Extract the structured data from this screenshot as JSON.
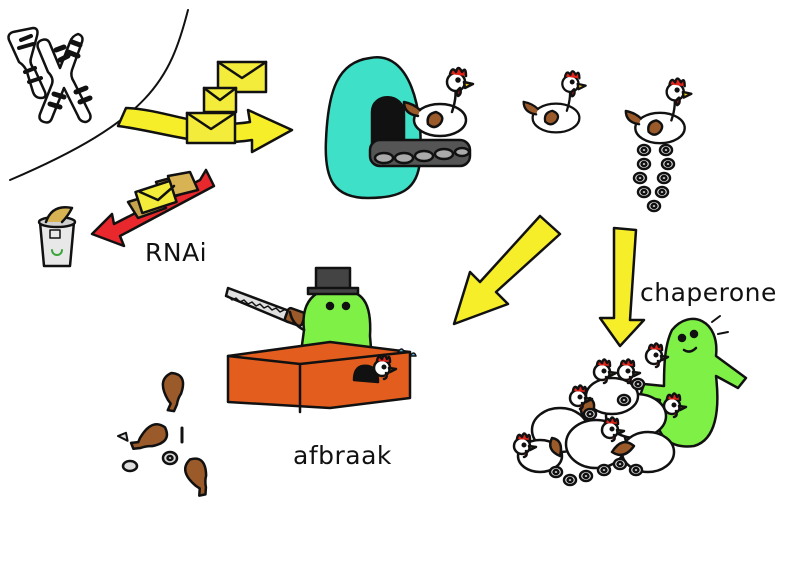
{
  "labels": {
    "rnai": "RNAi",
    "chaperone": "chaperone",
    "afbraak": "afbraak"
  },
  "colors": {
    "arrow": "#f7ee2a",
    "arrow_red": "#e8282c",
    "envelope": "#f4ec3a",
    "oven": "#3fe0c8",
    "green_creature": "#7ef046",
    "box": "#e25d1e",
    "chicken_wing": "#9b5a2a",
    "comb": "#e2231a",
    "outline": "#111111"
  },
  "icons": [
    "chromosome-icon",
    "envelope-icon",
    "oven-icon",
    "chicken-icon",
    "trash-bin-icon",
    "saw-icon",
    "chicken-leg-icon",
    "chain-icon"
  ]
}
